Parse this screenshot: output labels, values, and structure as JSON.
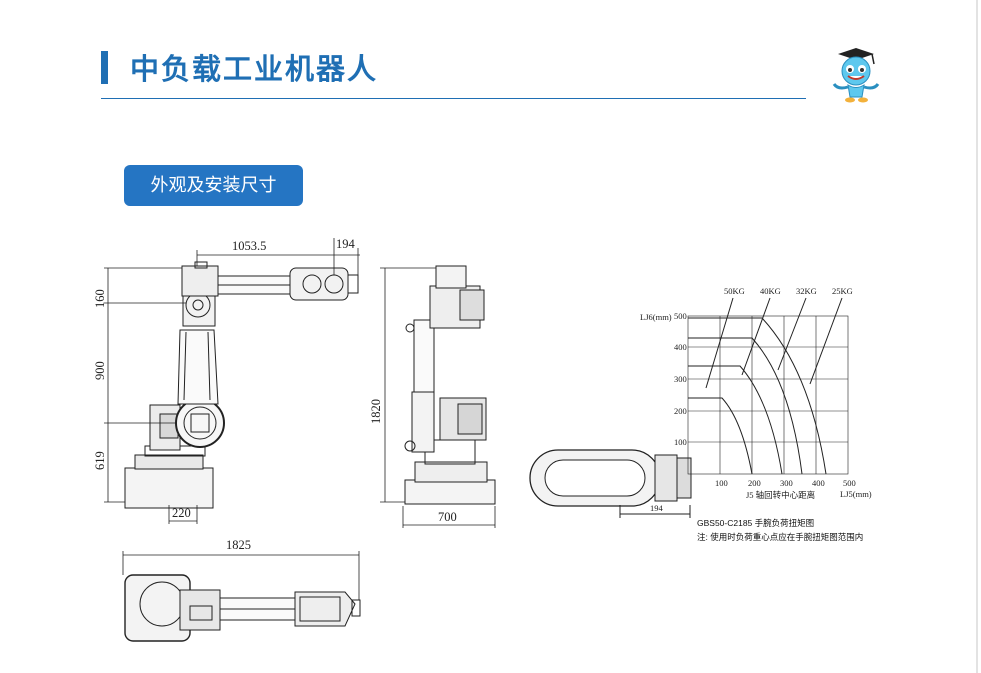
{
  "header": {
    "title": "中负载工业机器人",
    "accent_color": "#1f6fb4"
  },
  "section_tag": {
    "label": "外观及安装尺寸",
    "color": "#2575c3"
  },
  "side_view_dims": {
    "reach": "1053.5",
    "wrist": "194",
    "h_top": "160",
    "h_arm": "900",
    "h_base": "619",
    "base_offset": "220"
  },
  "front_view_dims": {
    "height": "1820",
    "width": "700"
  },
  "top_view_dims": {
    "length": "1825"
  },
  "torque_chart": {
    "y_axis_label": "LJ6(mm)",
    "y_ticks": [
      "500",
      "400",
      "300",
      "200",
      "100"
    ],
    "x_ticks": [
      "100",
      "200",
      "300",
      "400",
      "500"
    ],
    "x_axis_label": "J5 轴回转中心距离",
    "x_unit_label": "LJ5(mm)",
    "curve_labels": [
      "50KG",
      "40KG",
      "32KG",
      "25KG"
    ],
    "flange_dim": "194",
    "caption": "GBS50-C2185 手腕负荷扭矩图",
    "note": "注: 使用时负荷重心点应在手腕扭矩图范围内"
  },
  "icons": [
    "mascot-icon"
  ]
}
